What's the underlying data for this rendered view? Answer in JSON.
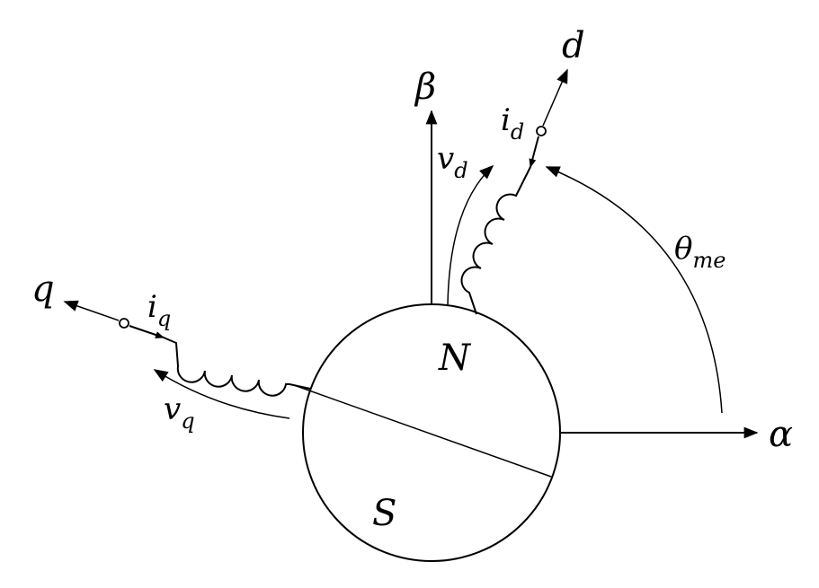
{
  "axes": {
    "alpha": "α",
    "beta": "β",
    "d": "d",
    "q": "q"
  },
  "rotor": {
    "north": "N",
    "south": "S"
  },
  "signals": {
    "i_d": {
      "base": "i",
      "sub": "d"
    },
    "v_d": {
      "base": "v",
      "sub": "d"
    },
    "i_q": {
      "base": "i",
      "sub": "q"
    },
    "v_q": {
      "base": "v",
      "sub": "q"
    },
    "theta": {
      "base": "θ",
      "sub": "me"
    }
  }
}
